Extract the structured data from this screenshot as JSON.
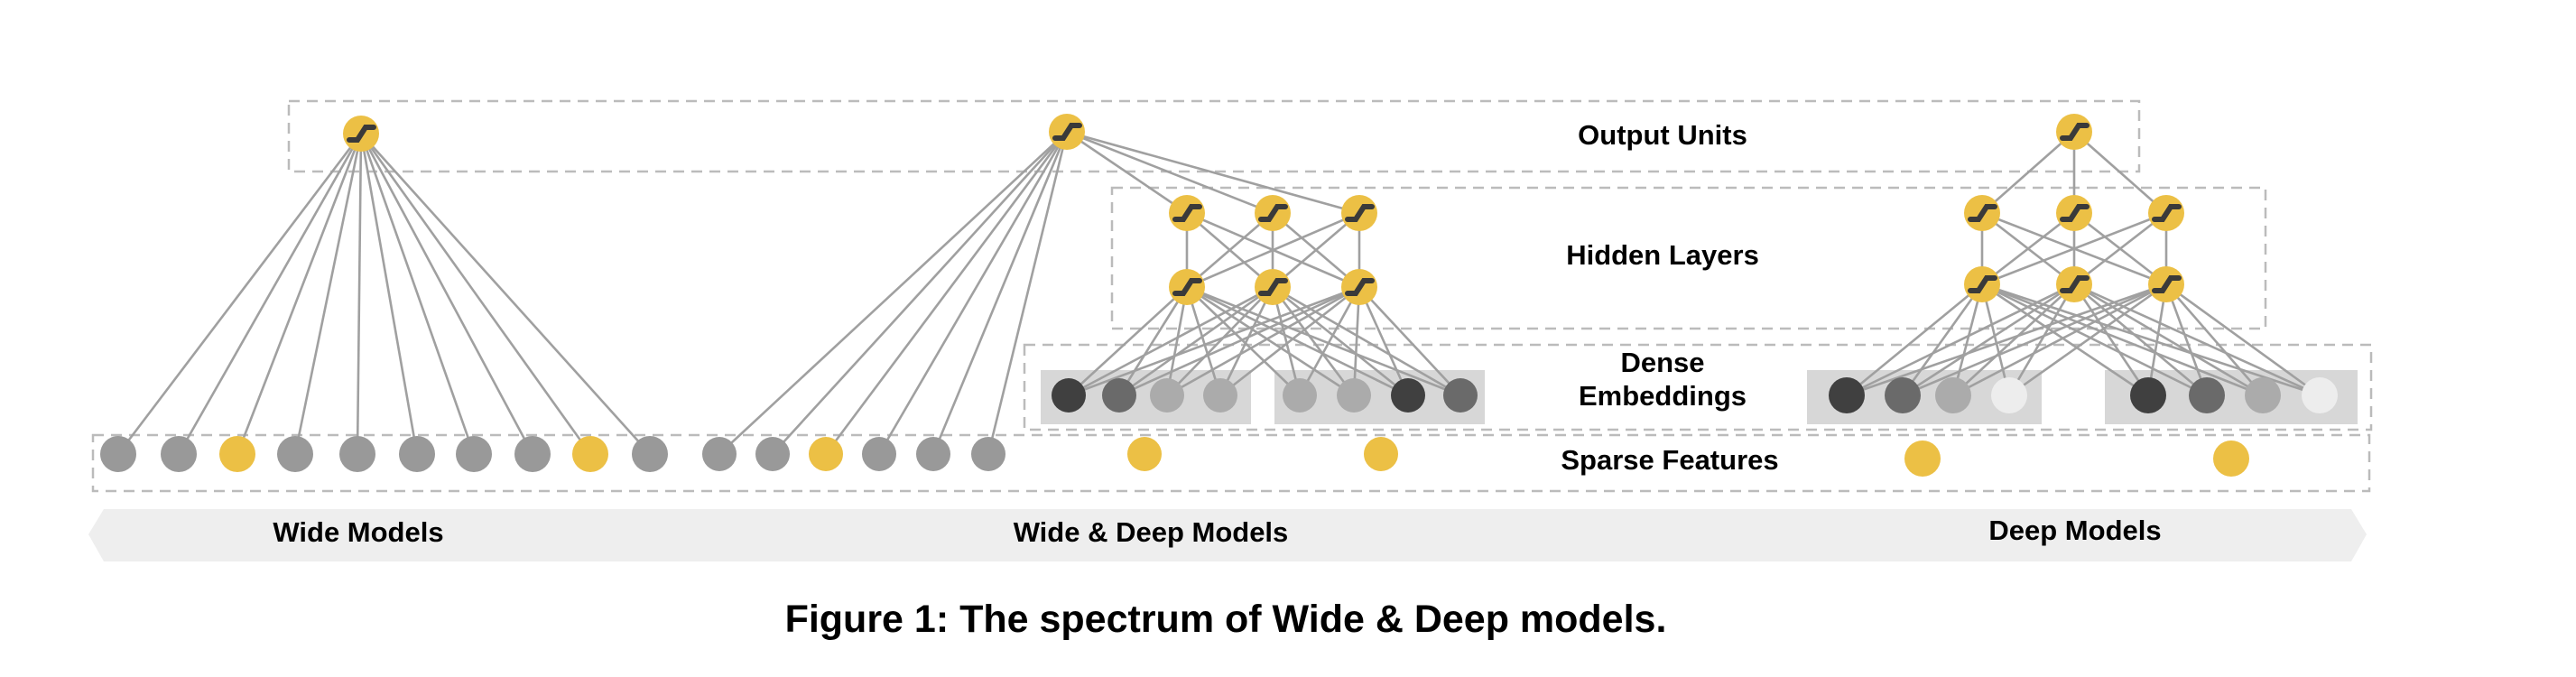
{
  "diagram": {
    "layer_labels": {
      "output": "Output Units",
      "hidden": "Hidden Layers",
      "dense_line1": "Dense",
      "dense_line2": "Embeddings",
      "sparse": "Sparse Features"
    },
    "model_labels": {
      "wide": "Wide Models",
      "wide_deep": "Wide & Deep Models",
      "deep": "Deep Models"
    },
    "caption": "Figure 1: The spectrum of Wide & Deep models."
  },
  "colors": {
    "yellow": "#ECC045",
    "gray": "#999999",
    "dark": "#404040",
    "mid": "#6A6A6A",
    "light": "#ABABAB",
    "white": "#EDEDED",
    "edge": "#A0A0A0",
    "dashed": "#BBBBBB",
    "band": "#EEEEEE",
    "embed_box": "#D7D7D7"
  }
}
